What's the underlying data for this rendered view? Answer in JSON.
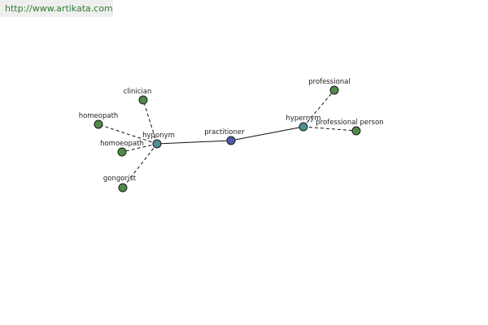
{
  "header": {
    "url": "http://www.artikata.com"
  },
  "colors": {
    "center": "#4f5aa8",
    "relation": "#4f9191",
    "leaf": "#4f8a4a",
    "edge": "#111111",
    "url_text": "#2e7d32"
  },
  "graph": {
    "nodes": [
      {
        "id": "practitioner",
        "label": "practitioner",
        "kind": "center"
      },
      {
        "id": "hyponym",
        "label": "hyponym",
        "kind": "relation"
      },
      {
        "id": "hypernym",
        "label": "hypernym",
        "kind": "relation"
      },
      {
        "id": "clinician",
        "label": "clinician",
        "kind": "leaf"
      },
      {
        "id": "homeopath",
        "label": "homeopath",
        "kind": "leaf"
      },
      {
        "id": "homoeopath",
        "label": "homoeopath",
        "kind": "leaf"
      },
      {
        "id": "gongorist",
        "label": "gongorist",
        "kind": "leaf"
      },
      {
        "id": "professional",
        "label": "professional",
        "kind": "leaf"
      },
      {
        "id": "professional-person",
        "label": "professional person",
        "kind": "leaf"
      }
    ],
    "edges": [
      {
        "from": "practitioner",
        "to": "hyponym",
        "style": "solid"
      },
      {
        "from": "practitioner",
        "to": "hypernym",
        "style": "solid"
      },
      {
        "from": "hyponym",
        "to": "clinician",
        "style": "dashed"
      },
      {
        "from": "hyponym",
        "to": "homeopath",
        "style": "dashed"
      },
      {
        "from": "hyponym",
        "to": "homoeopath",
        "style": "dashed"
      },
      {
        "from": "hyponym",
        "to": "gongorist",
        "style": "dashed"
      },
      {
        "from": "hypernym",
        "to": "professional",
        "style": "dashed"
      },
      {
        "from": "hypernym",
        "to": "professional-person",
        "style": "dashed"
      }
    ]
  }
}
